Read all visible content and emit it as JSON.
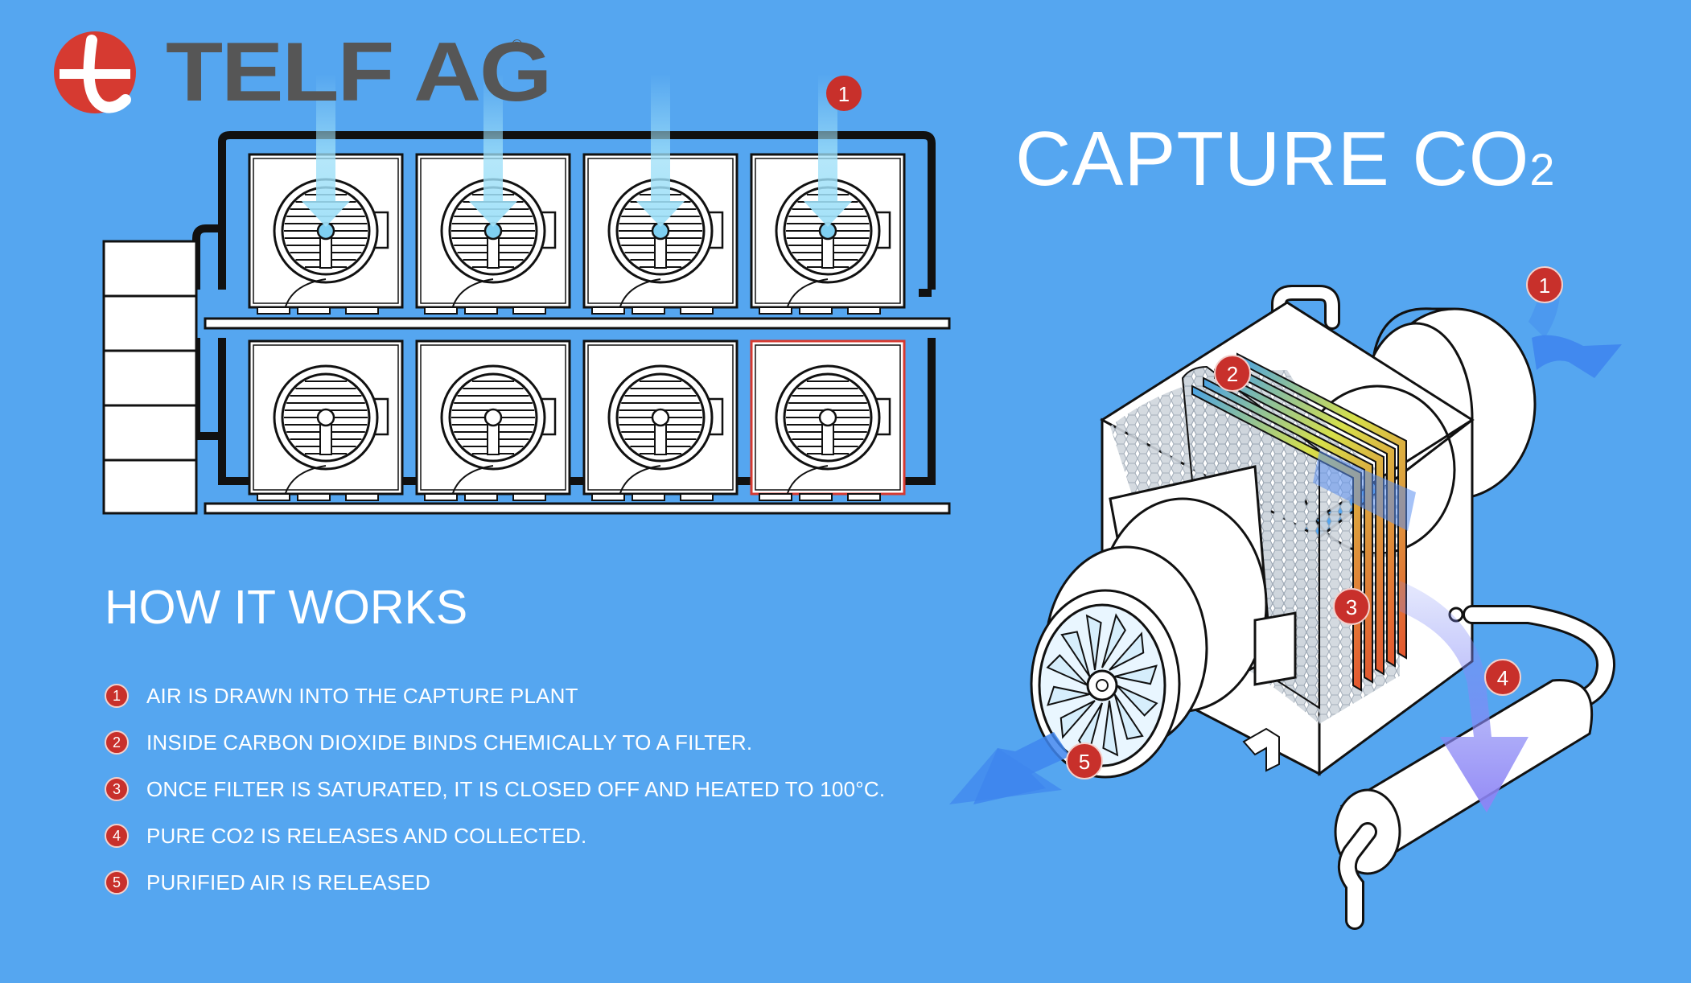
{
  "brand": {
    "name": "TELF AG",
    "registered": "®",
    "logo_letter": "t",
    "red": "#d63a31"
  },
  "title": {
    "main": "CAPTURE CO",
    "subscript": "2"
  },
  "how_it_works": {
    "heading": "HOW IT WORKS",
    "steps": [
      {
        "num": "1",
        "text": "AIR IS DRAWN INTO THE CAPTURE PLANT"
      },
      {
        "num": "2",
        "text": "INSIDE CARBON DIOXIDE BINDS CHEMICALLY TO A FILTER."
      },
      {
        "num": "3",
        "text": "ONCE FILTER IS SATURATED, IT IS CLOSED OFF AND HEATED TO 100°C."
      },
      {
        "num": "4",
        "text": "PURE CO2 IS RELEASES AND COLLECTED."
      },
      {
        "num": "5",
        "text": "PURIFIED AIR IS RELEASED"
      }
    ]
  },
  "markers": {
    "plant": "1",
    "intake": "1",
    "filter": "2",
    "heat": "3",
    "collect": "4",
    "release": "5"
  },
  "colors": {
    "background": "#55a6f0",
    "marker": "#c8302b",
    "outline": "#111111",
    "airflow": "#8fd3f4"
  }
}
